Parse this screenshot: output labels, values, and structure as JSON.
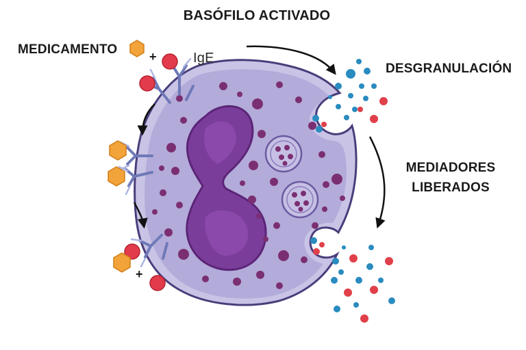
{
  "labels": {
    "title": "BASÓFILO ACTIVADO",
    "drug": "MEDICAMENTO",
    "ige": "IgE",
    "degranulation": "DESGRANULACIÓN",
    "mediators_line1": "MEDIADORES",
    "mediators_line2": "LIBERADOS",
    "plus": "+"
  },
  "colors": {
    "cell_membrane": "#c9c3e6",
    "cell_outline": "#4a3d7a",
    "cytoplasm": "#b3abd9",
    "nucleus": "#7a3e9a",
    "nucleus_dark": "#5b2578",
    "granule": "#7b2f73",
    "drug": "#f2a33a",
    "ige_antigen": "#e23b4b",
    "mediator_blue": "#2a8bbf",
    "mediator_red": "#e0404a",
    "antibody": "#8a93c8"
  },
  "icons": [
    "hexagon-drug-icon",
    "antigen-sphere-icon",
    "ige-antibody-icon",
    "curved-arrow-icon"
  ]
}
